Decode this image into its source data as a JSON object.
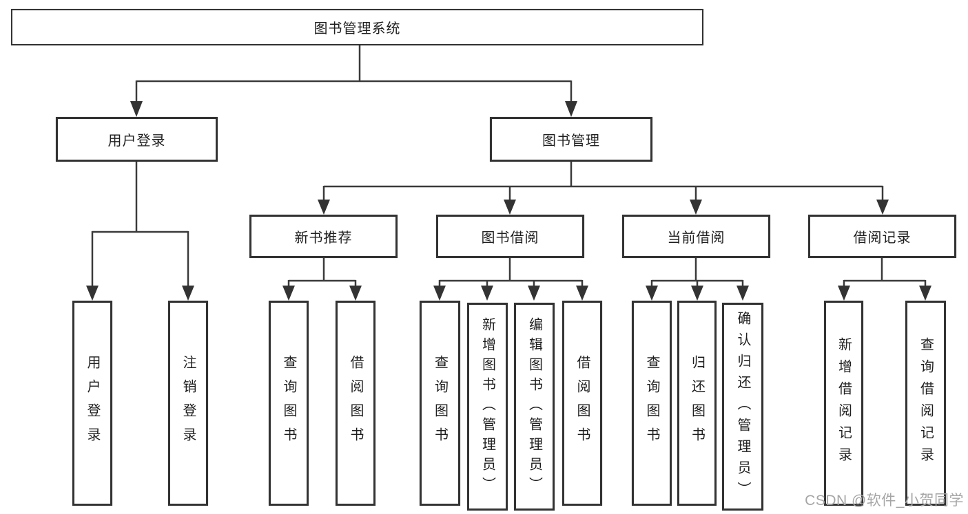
{
  "colors": {
    "background": "#ffffff",
    "line": "#3a3a3a",
    "box_border": "#333333",
    "text": "#1f1f1f",
    "watermark": "#a5a5a5"
  },
  "tree": {
    "root": {
      "label": "图书管理系统"
    },
    "children": [
      {
        "label": "用户登录",
        "children": [
          {
            "label": "用户登录"
          },
          {
            "label": "注销登录"
          }
        ]
      },
      {
        "label": "图书管理",
        "children": [
          {
            "label": "新书推荐",
            "children": [
              {
                "label": "查询图书"
              },
              {
                "label": "借阅图书"
              }
            ]
          },
          {
            "label": "图书借阅",
            "children": [
              {
                "label": "查询图书"
              },
              {
                "label": "新增图书（管理员）"
              },
              {
                "label": "编辑图书（管理员）"
              },
              {
                "label": "借阅图书"
              }
            ]
          },
          {
            "label": "当前借阅",
            "children": [
              {
                "label": "查询图书"
              },
              {
                "label": "归还图书"
              },
              {
                "label": "确认归还（管理员）"
              }
            ]
          },
          {
            "label": "借阅记录",
            "children": [
              {
                "label": "新增借阅记录"
              },
              {
                "label": "查询借阅记录"
              }
            ]
          }
        ]
      }
    ]
  },
  "watermark": "CSDN @软件_小贺同学"
}
